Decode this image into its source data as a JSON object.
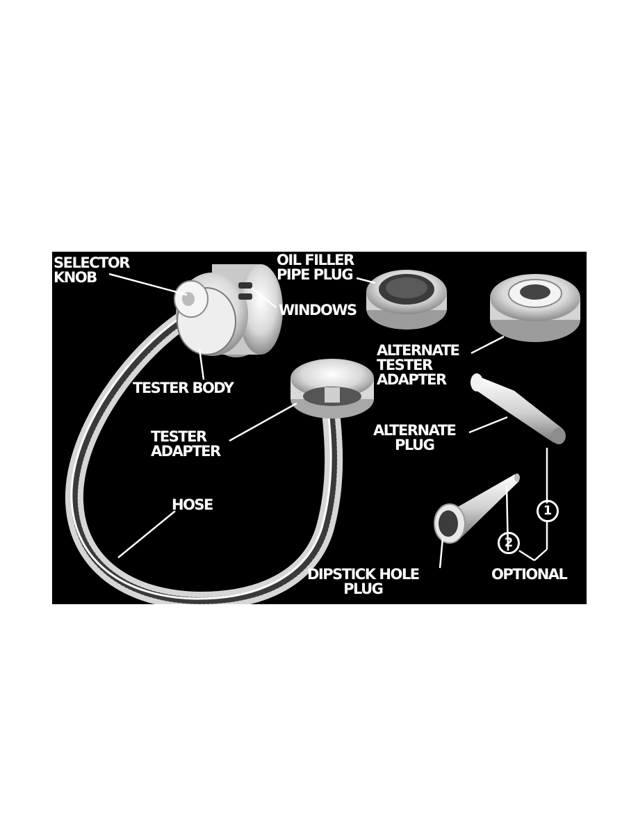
{
  "figure": {
    "background": "#000000",
    "foreground": "#ffffff",
    "labels": {
      "selector_knob": [
        "SELECTOR",
        "KNOB"
      ],
      "oil_filler_pipe_plug": [
        "OIL FILLER",
        "PIPE PLUG"
      ],
      "windows": "WINDOWS",
      "alternate_tester_adapter": [
        "ALTERNATE",
        "TESTER",
        "ADAPTER"
      ],
      "tester_body": "TESTER BODY",
      "tester_adapter": [
        "TESTER",
        "ADAPTER"
      ],
      "alternate_plug": [
        "ALTERNATE",
        "PLUG"
      ],
      "hose": "HOSE",
      "dipstick_hole_plug": [
        "DIPSTICK HOLE",
        "PLUG"
      ],
      "optional": "OPTIONAL"
    },
    "callouts": [
      "1",
      "2"
    ]
  }
}
